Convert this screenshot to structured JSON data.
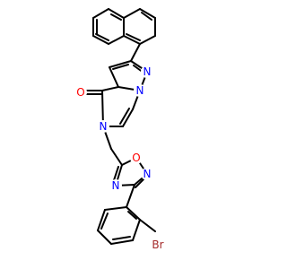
{
  "structure": {
    "atoms": {
      "n_pyrazole": {
        "label": "N",
        "color": "#0000ff"
      },
      "n_bridge": {
        "label": "N",
        "color": "#0000ff"
      },
      "o_carbonyl": {
        "label": "O",
        "color": "#ff0000"
      },
      "n_pyrazinone": {
        "label": "N",
        "color": "#0000ff"
      },
      "o_oxadiazole": {
        "label": "O",
        "color": "#ff0000"
      },
      "n_oxadiazole_2": {
        "label": "N",
        "color": "#0000ff"
      },
      "n_oxadiazole_4": {
        "label": "N",
        "color": "#0000ff"
      },
      "br": {
        "label": "Br",
        "color": "#a52a2a"
      }
    },
    "bond_color": "#000000"
  }
}
